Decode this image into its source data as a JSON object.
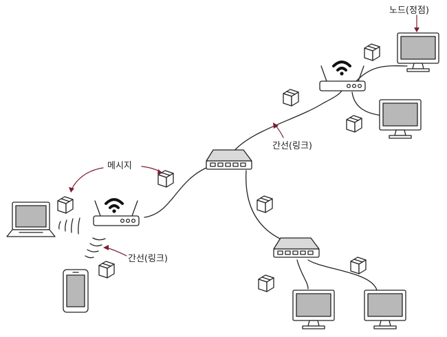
{
  "labels": {
    "node": "노드(정점)",
    "message": "메시지",
    "link_top": "간선(링크)",
    "link_bottom": "간선(링크)"
  },
  "colors": {
    "annotation": "#7a1f33",
    "device_fill": "#b8b8b8",
    "outline": "#222222"
  },
  "icons": [
    "laptop-icon",
    "smartphone-icon",
    "wifi-router-icon",
    "network-switch-icon",
    "monitor-icon",
    "packet-box-icon"
  ]
}
